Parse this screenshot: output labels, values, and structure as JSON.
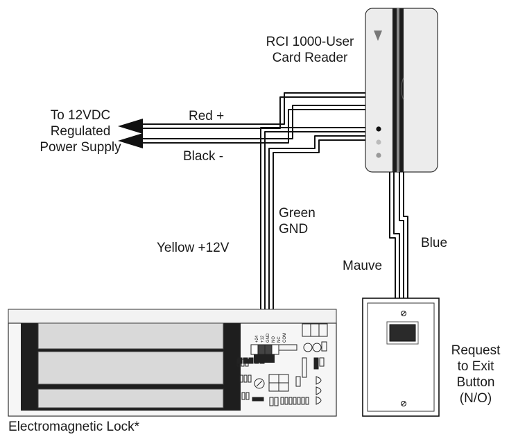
{
  "card_reader": {
    "label_line1": "RCI 1000-User",
    "label_line2": "Card Reader"
  },
  "power_supply": {
    "label_line1": "To 12VDC",
    "label_line2": "Regulated",
    "label_line3": "Power Supply"
  },
  "wires": {
    "red": "Red +",
    "black": "Black -",
    "green_line1": "Green",
    "green_line2": "GND",
    "yellow": "Yellow +12V",
    "blue": "Blue",
    "mauve": "Mauve"
  },
  "exit_button": {
    "line1": "Request",
    "line2": "to Exit",
    "line3": "Button",
    "line4": "(N/O)"
  },
  "lock": {
    "label": "Electromagnetic Lock*",
    "terminals": [
      "+24",
      "+12",
      "GND",
      "NO",
      "NC",
      "COM"
    ]
  },
  "colors": {
    "line": "#111111",
    "reader_body": "#eaeaea",
    "lock_body": "#efefef",
    "lock_core": "#1e1e1e",
    "lock_plate": "#d9d9d9"
  }
}
